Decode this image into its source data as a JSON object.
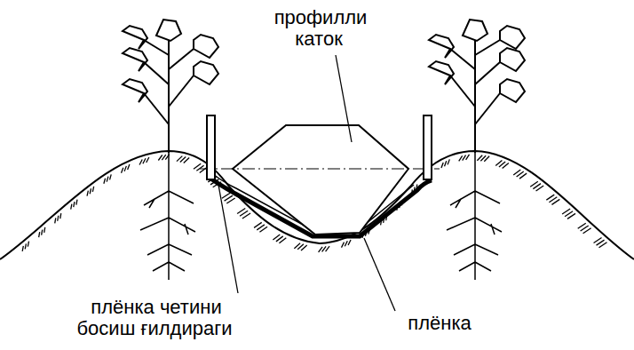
{
  "diagram": {
    "labels": [
      "профилли каток",
      "плёнка четини босиш ғилдираги",
      "плёнка"
    ]
  }
}
